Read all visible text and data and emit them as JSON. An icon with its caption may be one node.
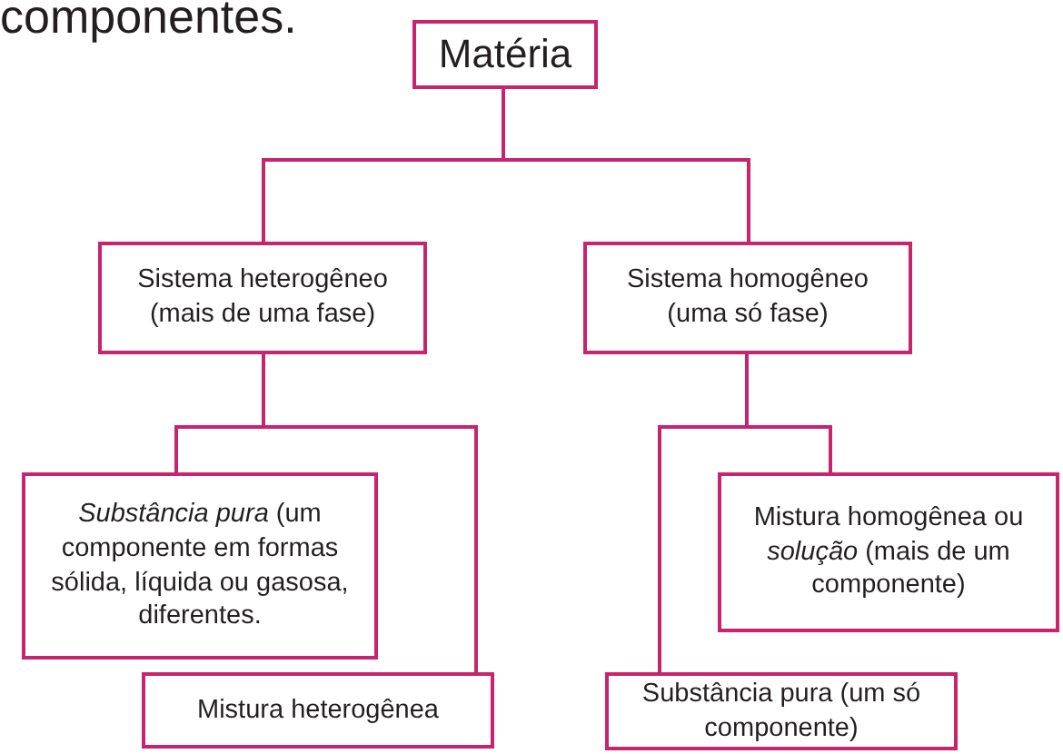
{
  "diagram": {
    "nodes": [
      {
        "text": [
          "Matéria"
        ]
      },
      {
        "text": [
          "Sistema heterogêneo (mais de uma fase)"
        ]
      },
      {
        "text": [
          "Sistema homogêneo (uma só fase)"
        ]
      },
      {
        "text": [
          "*Substância pura* (um componente em formas sólida, líquida ou gasosa, diferentes."
        ]
      },
      {
        "text": [
          "Mistura homogênea ou *solução* (mais de um componente)"
        ]
      },
      {
        "text": [
          "Mistura heterogênea"
        ]
      },
      {
        "text": [
          "Substância pura (um só componente)"
        ]
      }
    ],
    "edges": [
      {
        "from": 0,
        "to": 1,
        "arrow": "none"
      },
      {
        "from": 0,
        "to": 2,
        "arrow": "none"
      },
      {
        "from": 1,
        "to": 3,
        "arrow": "none"
      },
      {
        "from": 1,
        "to": 5,
        "arrow": "none"
      },
      {
        "from": 2,
        "to": 4,
        "arrow": "none"
      },
      {
        "from": 2,
        "to": 6,
        "arrow": "none"
      }
    ],
    "labels": [
      "componentes."
    ]
  }
}
